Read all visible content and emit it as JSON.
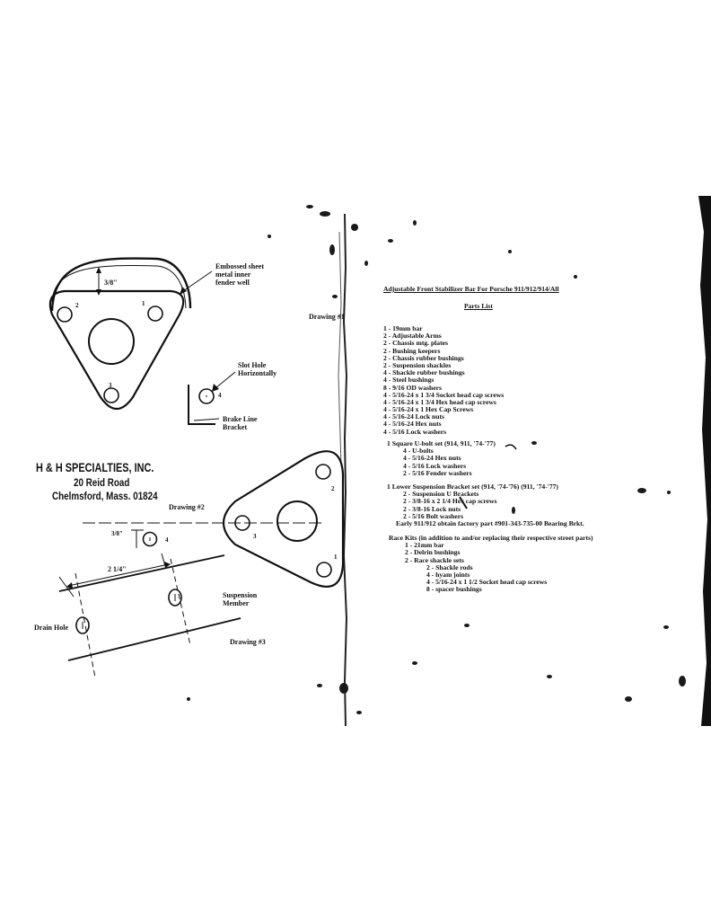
{
  "left_page": {
    "drawing1": {
      "callout_fender": [
        "Embossed sheet",
        "metal inner",
        "fender well"
      ],
      "dimension": "3/8\"",
      "holes": [
        "1",
        "2",
        "3"
      ],
      "label": "Drawing #1",
      "slot_label": [
        "Slot Hole",
        "Horizontally"
      ],
      "slot_number": "4",
      "bracket_label": [
        "Brake Line",
        "Bracket"
      ]
    },
    "company": {
      "name": "H & H SPECIALTIES, INC.",
      "street": "20 Reid Road",
      "city": "Chelmsford, Mass. 01824"
    },
    "drawing2": {
      "label": "Drawing #2",
      "holes": [
        "1",
        "2",
        "3"
      ],
      "dimension": "3/8\"",
      "hole_number": "4"
    },
    "drawing3": {
      "dimension": "2 1/4\"",
      "member_label": [
        "Suspension",
        "Member"
      ],
      "drain_label": "Drain Hole",
      "label": "Drawing #3"
    }
  },
  "right_page": {
    "title": "Adjustable Front Stabilizer Bar For Porsche 911/912/914/All",
    "subtitle": "Parts List",
    "items": [
      "1 - 19mm bar",
      "2 - Adjustable Arms",
      "2 - Chassis mtg. plates",
      "2 - Bushing keepers",
      "2 - Chassis rubber bushings",
      "2 - Suspension shackles",
      "4 - Shackle rubber bushings",
      "4 - Steel bushings",
      "8 - 9/16 OD washers",
      "4 - 5/16-24 x 1 3/4 Socket head cap screws",
      "4 - 5/16-24 x 1 3/4 Hex head cap screws",
      "4 - 5/16-24 x 1 Hex Cap Screws",
      "4 - 5/16-24 Lock nuts",
      "4 - 5/16-24 Hex nuts",
      "4 - 5/16 Lock washers"
    ],
    "uboLt_header": "1 Square U-bolt set (914, 911, '74-'77)",
    "ubolt_items": [
      "4 - U-bolts",
      "4 - 5/16-24 Hex nuts",
      "4 - 5/16 Lock washers",
      "2 - 5/16 Fender washers"
    ],
    "bracket_header": "1 Lower Suspension Bracket set (914, '74-'76) (911, '74-'77)",
    "bracket_items": [
      "2 - Suspension U Brackets",
      "2 - 3/8-16 x 2 1/4 Hex cap screws",
      "2 - 3/8-16 Lock nuts",
      "2 - 5/16 Bolt washers"
    ],
    "bracket_note": "Early 911/912 obtain factory part #901-343-735-00 Bearing Brkt.",
    "race_header": "Race Kits (in addition to and/or replacing their respective street parts)",
    "race_items": [
      "1 - 21mm bar",
      "2 - Delrin bushings",
      "2 - Race shackle sets"
    ],
    "race_sub_items": [
      "2 - Shackle rods",
      "4 - hyam joints",
      "4 - 5/16-24 x 1 1/2 Socket head cap screws",
      "8 - spacer bushings"
    ]
  }
}
